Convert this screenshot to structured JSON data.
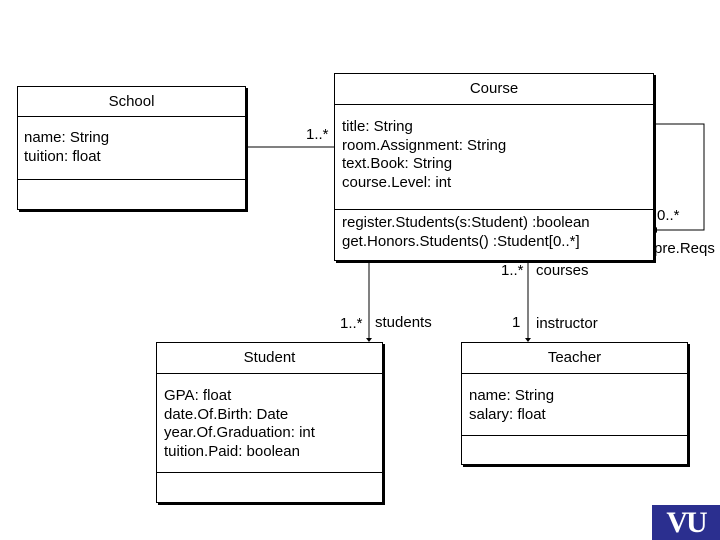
{
  "classes": {
    "school": {
      "name": "School",
      "attributes": [
        "name: String",
        "tuition: float"
      ]
    },
    "course": {
      "name": "Course",
      "attributes": [
        "title: String",
        "room.Assignment: String",
        "text.Book: String",
        "course.Level: int"
      ],
      "operations": [
        "register.Students(s:Student) :boolean",
        "get.Honors.Students() :Student[0..*]"
      ]
    },
    "student": {
      "name": "Student",
      "attributes": [
        "GPA: float",
        "date.Of.Birth: Date",
        "year.Of.Graduation: int",
        "tuition.Paid: boolean"
      ]
    },
    "teacher": {
      "name": "Teacher",
      "attributes": [
        "name: String",
        "salary: float"
      ]
    }
  },
  "associations": {
    "school_course": {
      "course_end_multiplicity": "1..*"
    },
    "course_self": {
      "multiplicity": "0..*",
      "role": "pre.Reqs"
    },
    "course_student": {
      "multiplicity": "1..*",
      "role": "students"
    },
    "teacher_course": {
      "course_end_multiplicity": "1..*",
      "course_end_role": "courses",
      "teacher_end_multiplicity": "1",
      "teacher_end_role": "instructor"
    }
  },
  "logo": {
    "text": "VU"
  }
}
